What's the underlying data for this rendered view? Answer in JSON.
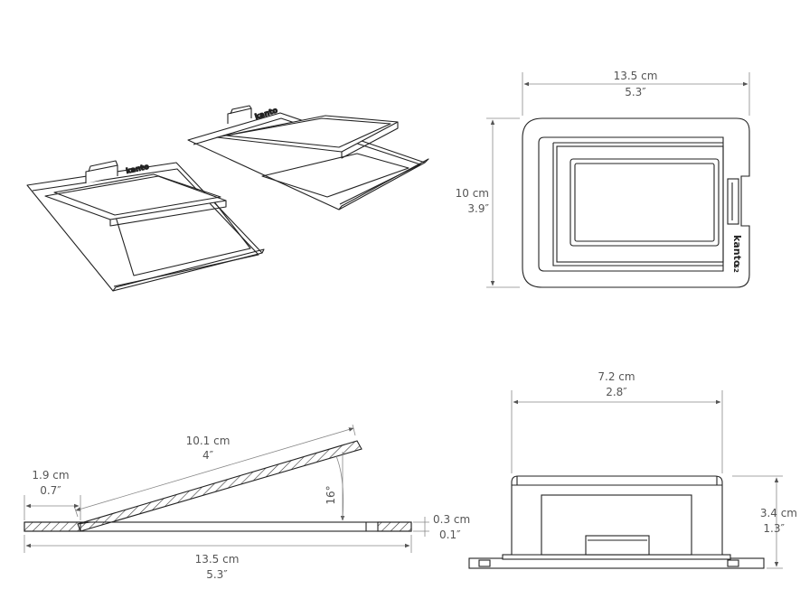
{
  "brand": {
    "logo_text": "kanto",
    "logo_suffix": "S2"
  },
  "top_view": {
    "width": {
      "metric": "13.5 cm",
      "imperial": "5.3″"
    },
    "depth": {
      "metric": "10 cm",
      "imperial": "3.9″"
    }
  },
  "side_view": {
    "plate_length": {
      "metric": "10.1 cm",
      "imperial": "4″"
    },
    "hinge_offset": {
      "metric": "1.9 cm",
      "imperial": "0.7″"
    },
    "angle": "16°",
    "thickness": {
      "metric": "0.3 cm",
      "imperial": "0.1″"
    },
    "base_length": {
      "metric": "13.5 cm",
      "imperial": "5.3″"
    }
  },
  "front_view": {
    "width": {
      "metric": "7.2 cm",
      "imperial": "2.8″"
    },
    "height": {
      "metric": "3.4 cm",
      "imperial": "1.3″"
    }
  },
  "colors": {
    "line": "#222222",
    "dim_line": "#888888",
    "text": "#555555"
  }
}
